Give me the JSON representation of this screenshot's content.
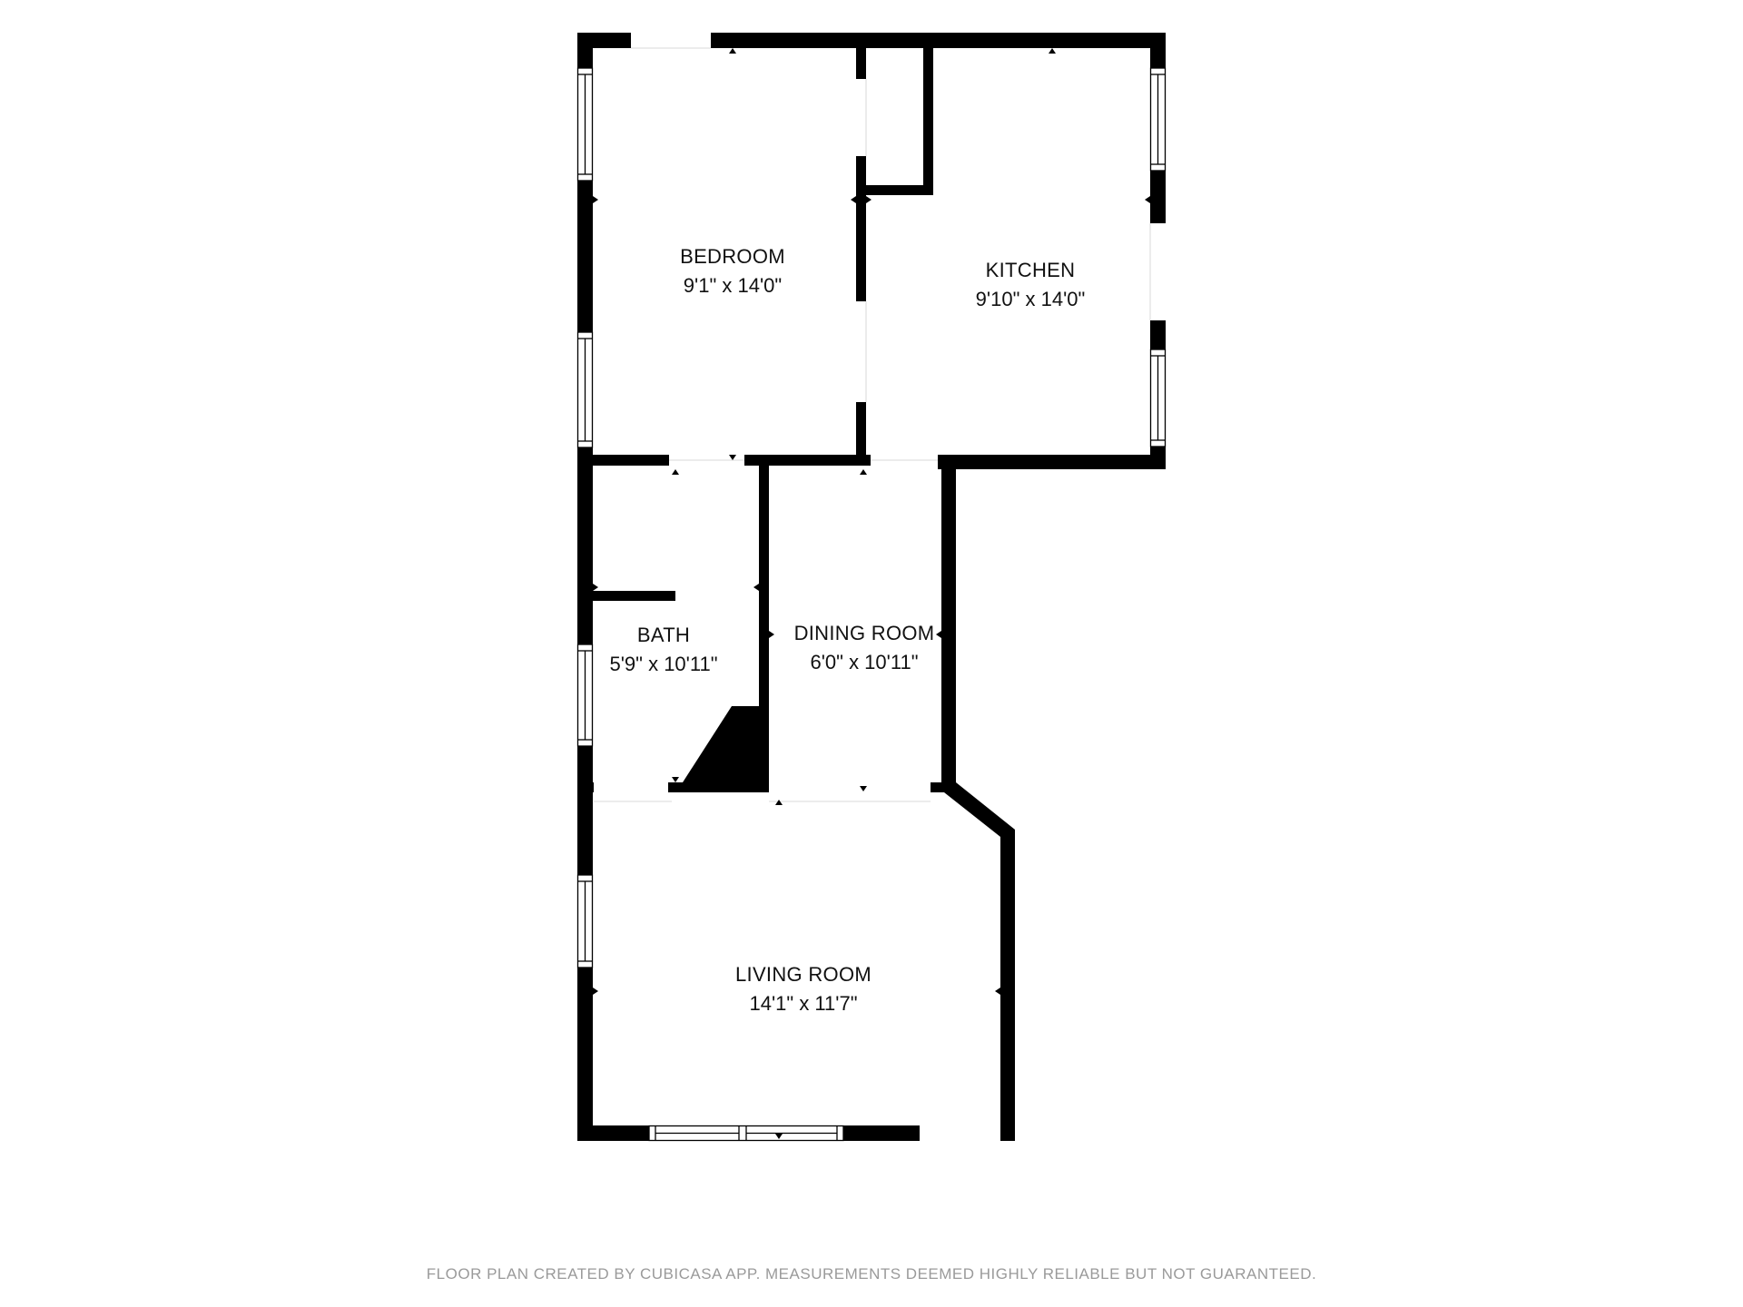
{
  "plan": {
    "wall_color": "#000000",
    "background": "#ffffff",
    "rooms": [
      {
        "name": "BEDROOM",
        "dims": "9'1\" x 14'0\""
      },
      {
        "name": "KITCHEN",
        "dims": "9'10\" x 14'0\""
      },
      {
        "name": "BATH",
        "dims": "5'9\" x 10'11\""
      },
      {
        "name": "DINING ROOM",
        "dims": "6'0\" x 10'11\""
      },
      {
        "name": "LIVING ROOM",
        "dims": "14'1\" x 11'7\""
      }
    ]
  },
  "footer": {
    "text": "FLOOR PLAN CREATED BY CUBICASA APP. MEASUREMENTS DEEMED HIGHLY RELIABLE BUT NOT GUARANTEED.",
    "color": "#9a9a9a"
  }
}
